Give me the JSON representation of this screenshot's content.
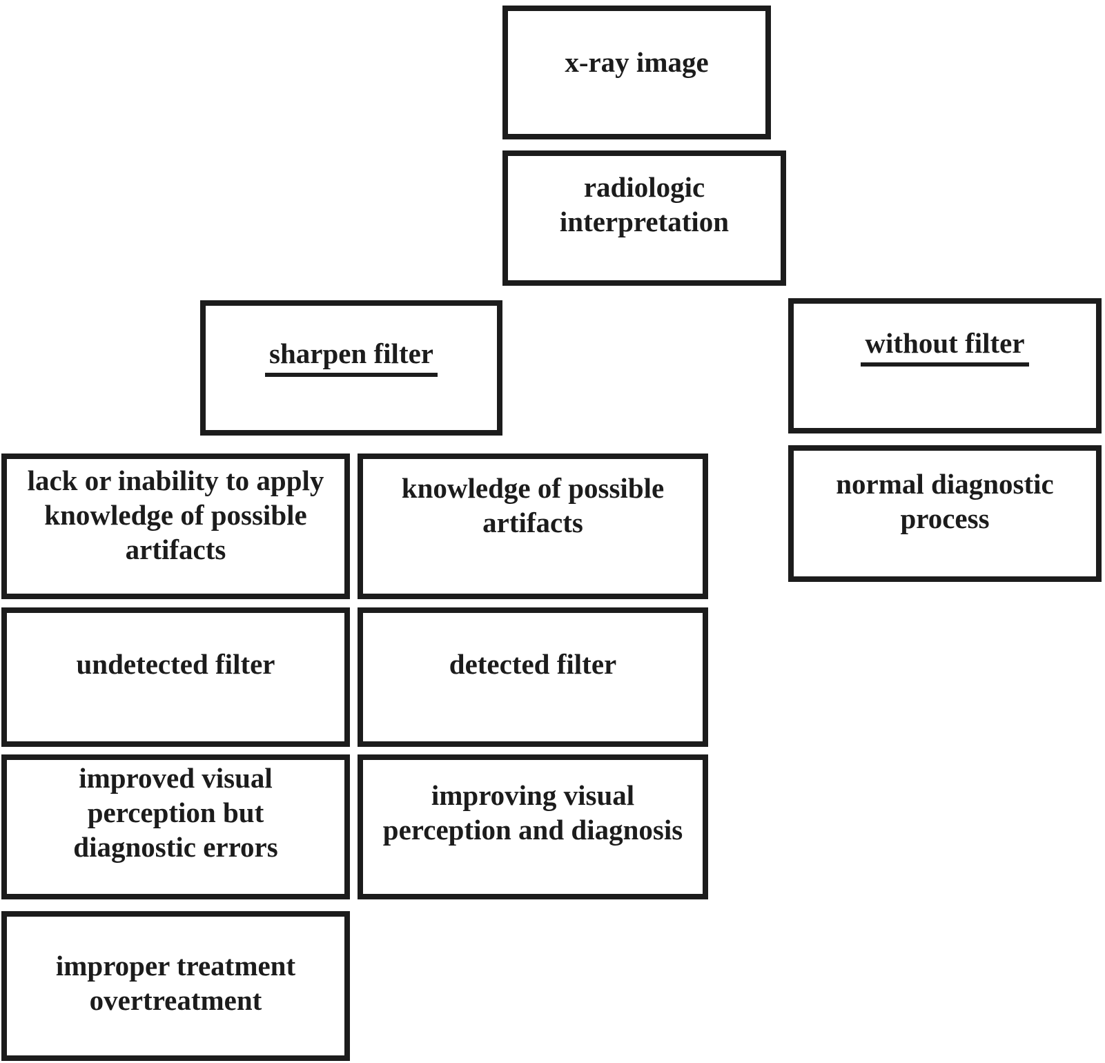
{
  "diagram": {
    "description": "flowchart of x-ray image radiologic interpretation with and without sharpen filter",
    "colors": {
      "border": "#1c1c1c",
      "text": "#1c1c1c",
      "background": "#ffffff"
    },
    "nodes": {
      "xray": {
        "label": "x-ray image"
      },
      "radiologic": {
        "label": "radiologic interpretation"
      },
      "sharpen": {
        "label": "sharpen filter",
        "underlined": true
      },
      "without": {
        "label": "without filter",
        "underlined": true
      },
      "normal": {
        "label": "normal diagnostic process"
      },
      "lack": {
        "label": "lack or inability to apply knowledge of possible artifacts"
      },
      "knowledge": {
        "label": "knowledge of possible artifacts"
      },
      "undetected": {
        "label": "undetected filter"
      },
      "detected": {
        "label": "detected filter"
      },
      "improved": {
        "label": "improved visual perception but diagnostic errors"
      },
      "improving": {
        "label": "improving visual perception and diagnosis"
      },
      "improper": {
        "label": "improper treatment overtreatment"
      }
    }
  }
}
